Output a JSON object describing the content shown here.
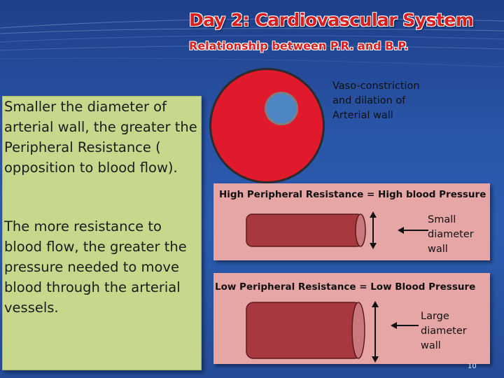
{
  "slide": {
    "title": "Day 2: Cardiovascular System",
    "subtitle": "Relationship between P.R. and B.P.",
    "left_panel": {
      "paragraph_1": "Smaller the diameter of arterial wall, the greater the Peripheral Resistance ( opposition to blood flow).",
      "paragraph_2": "The more resistance to blood flow, the greater the pressure needed to move blood through the arterial vessels."
    },
    "vaso_label": "Vaso-constriction and dilation of Arterial wall",
    "high_pr": {
      "label": "High Peripheral Resistance = High blood Pressure",
      "wall_label": "Small diameter wall"
    },
    "low_pr": {
      "label": "Low Peripheral Resistance = Low Blood Pressure",
      "wall_label": "Large diameter wall"
    },
    "page_number": "10"
  },
  "colors": {
    "background": "#2a55a8",
    "title_red": "#d81e1e",
    "left_panel": "#c7d88c",
    "pink_panel": "#e7a6a6",
    "artery_red": "#e0192c",
    "lumen_blue": "#4f86c6",
    "vessel": "#a8383f"
  }
}
